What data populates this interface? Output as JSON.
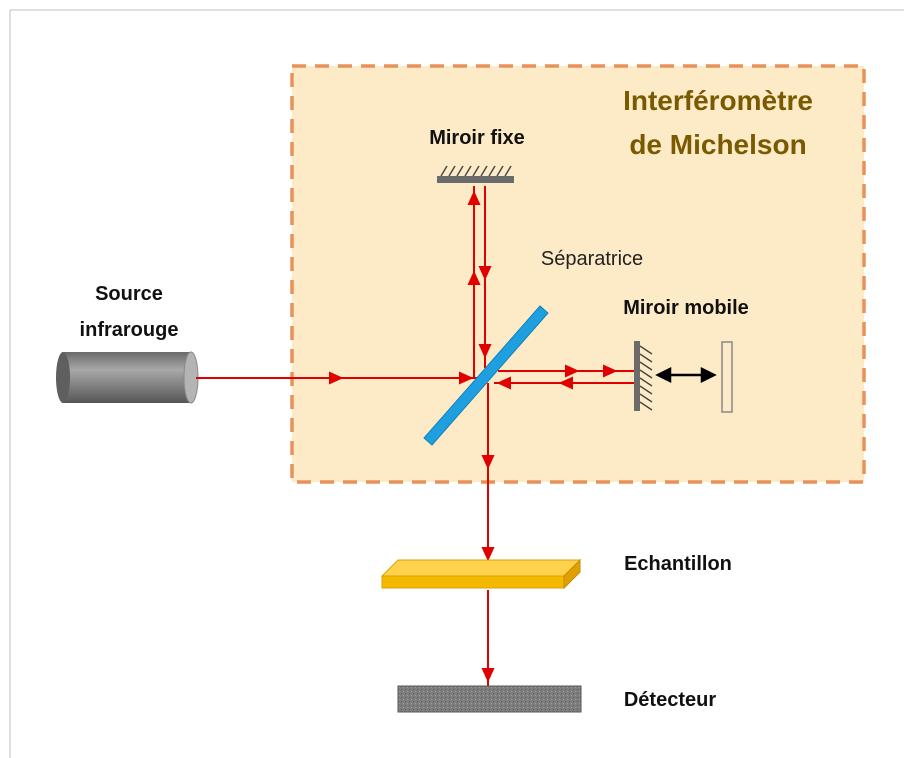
{
  "labels": {
    "interferometer_line1": "Interféromètre",
    "interferometer_line2": "de Michelson",
    "fixed_mirror": "Miroir fixe",
    "beam_splitter": "Séparatrice",
    "moving_mirror": "Miroir mobile",
    "source_line1": "Source",
    "source_line2": "infrarouge",
    "sample": "Echantillon",
    "detector": "Détecteur"
  },
  "colors": {
    "beam": "#e00000",
    "interferometer_box_fill": "#fdebc8",
    "interferometer_box_border": "#e8915a",
    "title_text": "#7a5a00",
    "beam_splitter": "#1ea0e0",
    "mirror": "#6b6b6b",
    "sample_top": "#ffd24d",
    "sample_front": "#f5b800",
    "detector": "#7a7a7a"
  },
  "icons": {
    "source": "cylinder-source-icon",
    "fixed_mirror": "hatched-mirror-icon",
    "moving_mirror": "hatched-mirror-icon",
    "motion": "double-arrow-icon"
  }
}
